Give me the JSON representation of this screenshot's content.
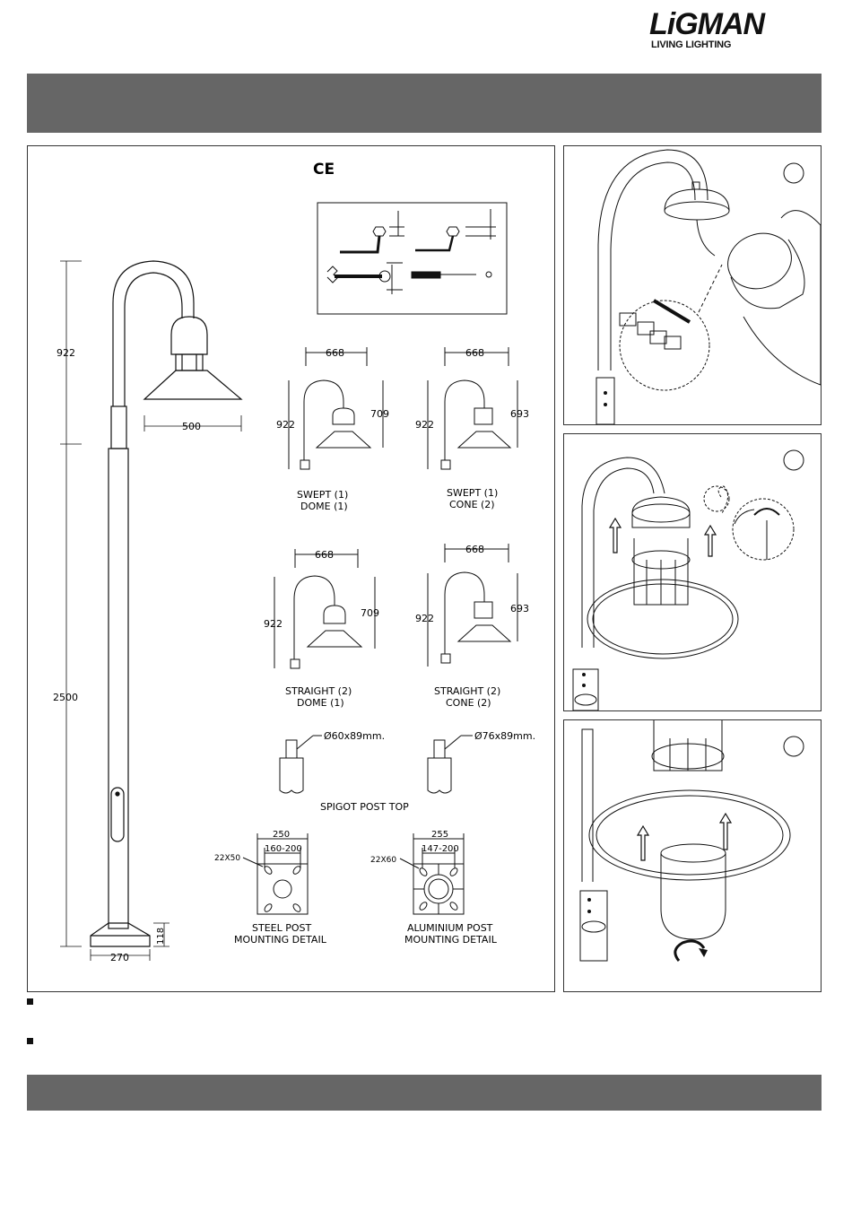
{
  "brand": {
    "name": "LiGMAN",
    "tagline": "LIVING LIGHTING"
  },
  "ce_mark": "CE",
  "main_pole": {
    "arm_height": "922",
    "pole_height": "2500",
    "head_width": "500",
    "base_width": "270",
    "base_height": "118"
  },
  "variants": [
    {
      "name_line1": "SWEPT (1)",
      "name_line2": "DOME (1)",
      "width": "668",
      "height": "922",
      "head_height": "709"
    },
    {
      "name_line1": "SWEPT (1)",
      "name_line2": "CONE (2)",
      "width": "668",
      "height": "922",
      "head_height": "693"
    },
    {
      "name_line1": "STRAIGHT (2)",
      "name_line2": "DOME (1)",
      "width": "668",
      "height": "922",
      "head_height": "709"
    },
    {
      "name_line1": "STRAIGHT (2)",
      "name_line2": "CONE (2)",
      "width": "668",
      "height": "922",
      "head_height": "693"
    }
  ],
  "spigots": {
    "left_label": "Ø60x89mm.",
    "right_label": "Ø76x89mm.",
    "caption": "SPIGOT POST TOP"
  },
  "mounting": {
    "steel": {
      "overall": "250",
      "pcd": "160-200",
      "slot": "22X50",
      "caption_line1": "STEEL POST",
      "caption_line2": "MOUNTING DETAIL"
    },
    "aluminium": {
      "overall": "255",
      "pcd": "147-200",
      "slot": "22X60",
      "caption_line1": "ALUMINIUM POST",
      "caption_line2": "MOUNTING DETAIL"
    }
  },
  "colors": {
    "band": "#666666",
    "line": "#111111",
    "panel_border": "#333333"
  },
  "icons": [
    "hex-key-icon",
    "spanner-icon",
    "screwdriver-icon",
    "rotate-arrow-icon",
    "up-arrow-icon"
  ]
}
